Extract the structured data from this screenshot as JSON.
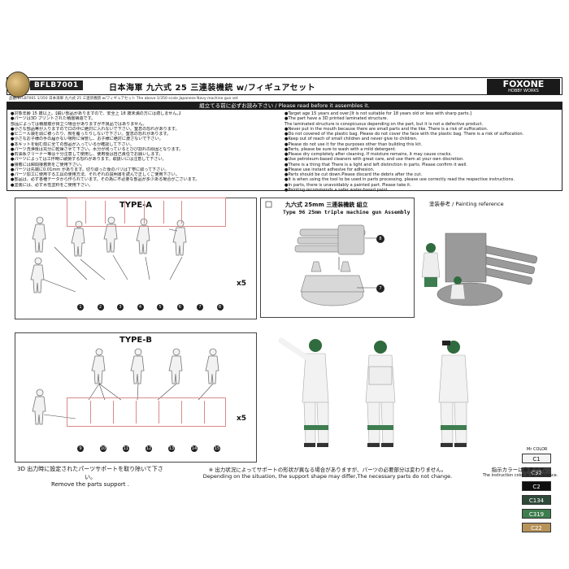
{
  "header": {
    "code": "BFLB7001",
    "title_jp": "日本海軍 九六式 25 三連装機銃 w/フィギュアセット",
    "subtitle": "品番/BFLB7001 1/350 日本海軍 九六式 25 三連装機銃 w/フィギュアセット  The above 1/350 scale Japanese Navy machine gun set",
    "logo": "FOXONE",
    "logo_sub": "HOBBY WORKS"
  },
  "notice": {
    "bar": "組立てる前に必ずお読み下さい / Please read before it assembles it.",
    "jp_lines": [
      "●対象年齢 15 歳以上。【鋭い部品がありますので、安全上 18 歳未満の方には適しません。】",
      "●パーツは3D プリントされた積層構造です。",
      "  部品によっては積層痕が目立つ場合がありますが不良品ではありません。",
      "●小さな部品等が入りますので口の中に絶対に入れないで下さい。窒息の恐れがあります。",
      "●ビニール袋を頭に被ったり、顔を覆ったりしないで下さい。窒息の恐れがあります。",
      "●小さなお子様の手の届かない場所に保管し、お子様に絶対に渡さないで下さい。",
      "●本キットを組む前に全ての部品が入っているか確認して下さい。",
      "●パーツ洗浄後は充分に乾燥させて下さい。水分が残っているとひび割れの原因となります。",
      "●石油系クリーナー等は十分注意して使用し、使用後は自己責任でお願いします。",
      "●パーツによっては工作時に破損する恐れがあります。取扱いには注意して下さい。",
      "●接着には瞬間接着剤をご使用下さい。",
      "●パーツは先端に0.01mm があります。切り取った後のバリは丁寧に取って下さい。",
      "●パーツ加工に使用する工具の使用方法、それぞれの説明書を読んで正しくご使用下さい。",
      "●部品は、必ず各種データから作られています。その為に不必要な部品が多少ある場合がございます。",
      "●塗装には、必ず水性塗料をご使用下さい。"
    ],
    "en_lines": [
      "●Target age 15 years and over.[It is not suitable for 18 years old or less with sharp parts.]",
      "●The part have a 3D printed laminated structure.",
      "  The laminated structure is conspicuous depending on the part, but it is not a defective product.",
      "●Never put in the mouth because there are small parts and the like. There is a risk of suffocation.",
      "●Do not covered of the plastic bag. Please do not cover the face with the plastic bag. There is a risk of suffocation.",
      "●Keep out of reach of small children and never give to children.",
      "●Please do not use it for the purposes other than building this kit.",
      "●Parts, please be sure to wash with a mild detergent.",
      "●Please dry completely after cleaning. If moisture remains, it may cause cracks.",
      "●Use petroleum-based cleaners with great care, and use them at your own discretion.",
      "●There is a thing that There is a light and left distinction in parts. Please confirm it well.",
      "●Please use instant adhesive for adhesion.",
      "●Parts should be cut down.Please discard the debris after the cut.",
      "●It is when using the tool to be used in parts processing, please use correctly read the respective instructions.",
      "●In parts, there is unavoidably a painted part. Please take it.",
      "●Painting recommends a safer water-based paint."
    ]
  },
  "type_a": {
    "title": "TYPE-A",
    "qty": "x5",
    "parts": [
      "1",
      "2",
      "3",
      "4",
      "5",
      "6",
      "7",
      "8"
    ]
  },
  "type_b": {
    "title": "TYPE-B",
    "qty": "x5",
    "parts": [
      "9",
      "10",
      "11",
      "12",
      "13",
      "14",
      "15"
    ]
  },
  "assembly": {
    "title_jp": "九六式 25mm 三連装機銃 組立",
    "title_en": "Type 96 25mm triple machine gun  Assembly",
    "callouts": [
      "8",
      "7"
    ]
  },
  "painting": {
    "label": "塗装参考 / Painting reference"
  },
  "colors": {
    "title": "Mr COLOR",
    "chips": [
      {
        "code": "C1",
        "hex": "#f4f4f4",
        "text": "#111111"
      },
      {
        "code": "C32",
        "hex": "#3c3c3c",
        "text": "#ffffff"
      },
      {
        "code": "C2",
        "hex": "#0e0e0e",
        "text": "#ffffff"
      },
      {
        "code": "C134",
        "hex": "#2f4a3a",
        "text": "#ffffff"
      },
      {
        "code": "C319",
        "hex": "#3e7d4f",
        "text": "#ffffff"
      },
      {
        "code": "C22",
        "hex": "#b7935a",
        "text": "#ffffff"
      }
    ]
  },
  "footer": {
    "left_jp": "3D 出力時に設定されたパーツサポートを取り除いて下さい。",
    "left_en": "Remove the parts support .",
    "mid_jp": "※ 出力状況によってサポートの形状が異なる場合がありますが、パーツの必要部分は変わりません。",
    "mid_en": "Depending on the situation, the support shape may differ,The necessary parts do not change.",
    "right_jp": "指示カラーは参考です。",
    "right_en": "The instruction color is for reference."
  }
}
